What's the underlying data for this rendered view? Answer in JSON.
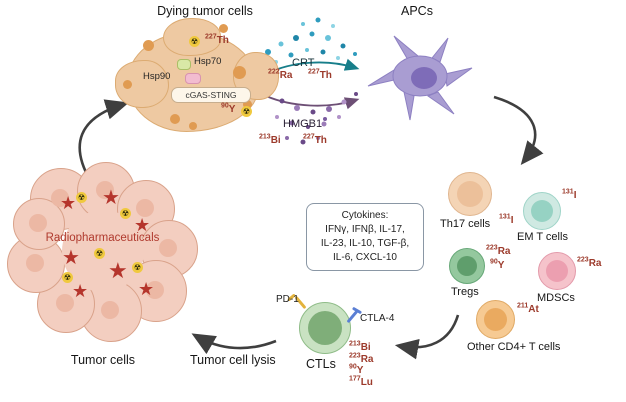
{
  "page": {
    "title_dying": "Dying tumor cells",
    "title_apcs": "APCs",
    "title_tumor": "Tumor cells",
    "title_lysis": "Tumor cell lysis"
  },
  "icons": {
    "radiation": "☢",
    "star": "★"
  },
  "dying_cell": {
    "isotope_th": {
      "sup": "227",
      "text": "Th"
    },
    "hsp70": "Hsp70",
    "hsp90": "Hsp90",
    "cgas_sting": "cGAS-STING",
    "isotope_y": {
      "sup": "90",
      "text": "Y"
    }
  },
  "damp_signals": {
    "crt": "CRT",
    "crt_isotopes": [
      {
        "sup": "222",
        "text": "Ra"
      },
      {
        "sup": "227",
        "text": "Th"
      }
    ],
    "hmgb1": "HMGB1",
    "hmgb1_isotopes": [
      {
        "sup": "213",
        "text": "Bi"
      },
      {
        "sup": "227",
        "text": "Th"
      }
    ]
  },
  "immune_cells": [
    {
      "name": "Th17 cells",
      "iso1": {
        "sup": "131",
        "text": "I"
      }
    },
    {
      "name": "EM T cells",
      "iso1": {
        "sup": "131",
        "text": "I"
      }
    },
    {
      "name": "Tregs",
      "iso1": {
        "sup": "223",
        "text": "Ra"
      },
      "iso2": {
        "sup": "90",
        "text": "Y"
      }
    },
    {
      "name": "MDSCs",
      "iso1": {
        "sup": "223",
        "text": "Ra"
      }
    },
    {
      "name": "Other CD4+ T cells",
      "iso1": {
        "sup": "211",
        "text": "At"
      }
    }
  ],
  "cytokines": {
    "heading": "Cytokines:",
    "line2": "IFNγ, IFNβ, IL-17,",
    "line3": "IL-23, IL-10, TGF-β,",
    "line4": "IL-6, CXCL-10"
  },
  "ctl": {
    "label": "CTLs",
    "pd1": "PD-1",
    "ctla4": "CTLA-4",
    "isotopes": [
      {
        "sup": "213",
        "text": "Bi"
      },
      {
        "sup": "223",
        "text": "Ra"
      },
      {
        "sup": "90",
        "text": "Y"
      },
      {
        "sup": "177",
        "text": "Lu"
      }
    ]
  },
  "tumor": {
    "label": "Radiopharmaceuticals"
  },
  "colors": {
    "isotope_text": "#9c3a2b",
    "radiopharmaceuticals_text": "#b03a2e",
    "crt_arrow": "#177e8a",
    "hmgb1_arrow": "#6d4f75",
    "main_arrow": "#3f3f3f"
  }
}
